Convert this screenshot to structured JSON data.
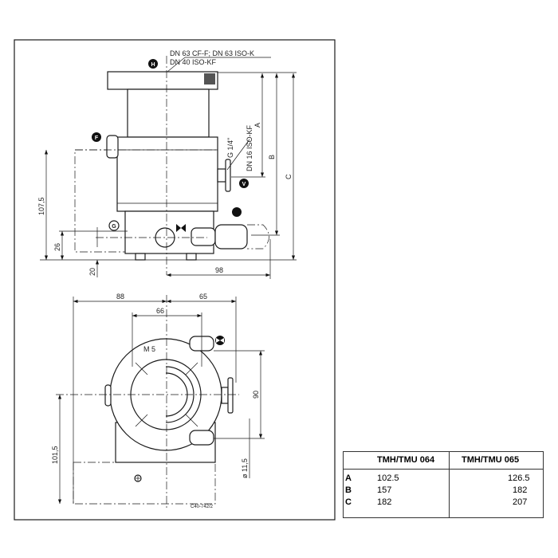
{
  "labels": {
    "flange_top": "DN 63 CF-F; DN 63 ISO-K",
    "flange_bottom": "DN 40 ISO-KF",
    "port_g": "G 1/4\"",
    "port_dn16": "DN 16 ISO-KF",
    "thread": "M 5",
    "drawing_id": "C40-742/2"
  },
  "badges": {
    "h": "H",
    "f": "F",
    "v": "V",
    "g": "G"
  },
  "dimensions": {
    "a": "A",
    "b": "B",
    "c": "C",
    "d107": "107,5",
    "d26": "26",
    "d20": "20",
    "d98": "98",
    "d88": "88",
    "d65": "65",
    "d66": "66",
    "d90": "90",
    "d101": "101,5",
    "d11": "ø 11,5"
  },
  "table": {
    "headers": [
      "TMH/TMU 064",
      "TMH/TMU 065"
    ],
    "rows": [
      {
        "key": "A",
        "v064": "102.5",
        "v065": "126.5"
      },
      {
        "key": "B",
        "v064": "157",
        "v065": "182"
      },
      {
        "key": "C",
        "v064": "182",
        "v065": "207"
      }
    ]
  }
}
